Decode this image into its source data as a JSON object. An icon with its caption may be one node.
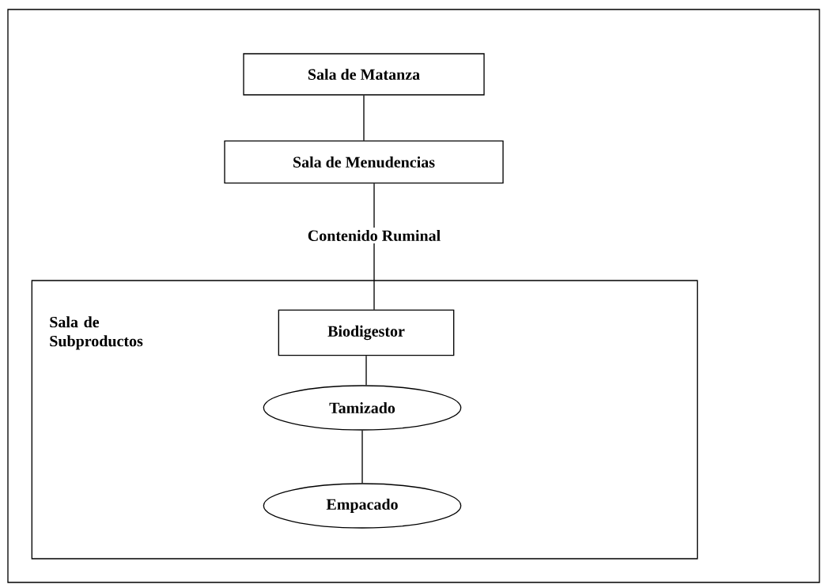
{
  "diagram": {
    "nodes": [
      {
        "text": [
          "Sala de Matanza"
        ]
      },
      {
        "text": [
          "Sala de Menudencias"
        ]
      },
      {
        "text": [
          "Contenido Ruminal"
        ]
      },
      {
        "text": [
          "Sala de Subproductos"
        ]
      },
      {
        "text": [
          "Biodigestor"
        ],
        "in": 3
      },
      {
        "text": [
          "Tamizado"
        ],
        "in": 3
      },
      {
        "text": [
          "Empacado"
        ],
        "in": 3
      }
    ],
    "edges": [
      {
        "from": 0,
        "to": 1,
        "arrow": "none"
      },
      {
        "from": 1,
        "to": 2,
        "arrow": "none"
      },
      {
        "from": 2,
        "to": 4,
        "arrow": "none"
      },
      {
        "from": 4,
        "to": 5,
        "arrow": "none"
      },
      {
        "from": 5,
        "to": 6,
        "arrow": "none"
      }
    ]
  }
}
